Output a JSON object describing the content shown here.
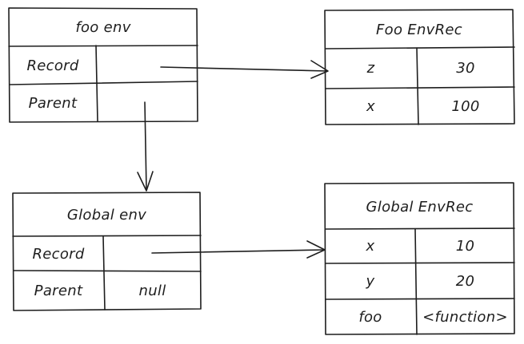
{
  "diagram": {
    "foo_env": {
      "title": "foo env",
      "rows": [
        {
          "key": "Record",
          "value": ""
        },
        {
          "key": "Parent",
          "value": ""
        }
      ]
    },
    "foo_envrec": {
      "title": "Foo EnvRec",
      "rows": [
        {
          "key": "z",
          "value": "30"
        },
        {
          "key": "x",
          "value": "100"
        }
      ]
    },
    "global_env": {
      "title": "Global env",
      "rows": [
        {
          "key": "Record",
          "value": ""
        },
        {
          "key": "Parent",
          "value": "null"
        }
      ]
    },
    "global_envrec": {
      "title": "Global EnvRec",
      "rows": [
        {
          "key": "x",
          "value": "10"
        },
        {
          "key": "y",
          "value": "20"
        },
        {
          "key": "foo",
          "value": "<function>"
        }
      ]
    },
    "stroke_color": "#1e1e1e",
    "background_color": "#ffffff"
  }
}
